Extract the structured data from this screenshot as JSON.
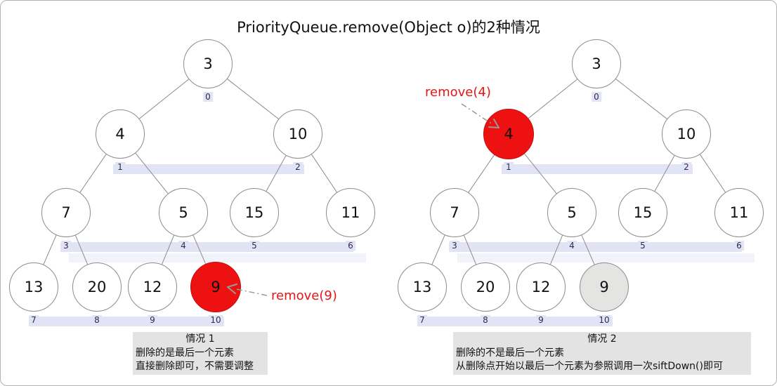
{
  "title": "PriorityQueue.remove(Object o)的2种情况",
  "colors": {
    "node_fill": "#ffffff",
    "node_border": "#8c8c8c",
    "highlight_red": "#ee1111",
    "removed_gray": "#e4e4e2",
    "array_band": "#e3e3f6",
    "caption_bg": "#e3e3e3",
    "edge_gray": "#8c8c8c",
    "arrow_gray": "#999999",
    "remove_text_red": "#e81416"
  },
  "heap_array_values": [
    3,
    4,
    10,
    7,
    5,
    15,
    11,
    13,
    20,
    12,
    9
  ],
  "heap_array_indices": [
    "0",
    "1",
    "2",
    "3",
    "4",
    "5",
    "6",
    "7",
    "8",
    "9",
    "10"
  ],
  "trees": [
    {
      "id": "case1",
      "remove_annotation": "remove(9)",
      "nodes": [
        {
          "value": "3",
          "index": "0",
          "state": "normal"
        },
        {
          "value": "4",
          "index": "1",
          "state": "normal"
        },
        {
          "value": "10",
          "index": "2",
          "state": "normal"
        },
        {
          "value": "7",
          "index": "3",
          "state": "normal"
        },
        {
          "value": "5",
          "index": "4",
          "state": "normal"
        },
        {
          "value": "15",
          "index": "5",
          "state": "normal"
        },
        {
          "value": "11",
          "index": "6",
          "state": "normal"
        },
        {
          "value": "13",
          "index": "7",
          "state": "normal"
        },
        {
          "value": "20",
          "index": "8",
          "state": "normal"
        },
        {
          "value": "12",
          "index": "9",
          "state": "normal"
        },
        {
          "value": "9",
          "index": "10",
          "state": "red"
        }
      ],
      "caption": {
        "title": "情况 1",
        "lines": [
          "删除的是最后一个元素",
          "直接删除即可，不需要调整"
        ]
      }
    },
    {
      "id": "case2",
      "remove_annotation": "remove(4)",
      "nodes": [
        {
          "value": "3",
          "index": "0",
          "state": "normal"
        },
        {
          "value": "4",
          "index": "1",
          "state": "red"
        },
        {
          "value": "10",
          "index": "2",
          "state": "normal"
        },
        {
          "value": "7",
          "index": "3",
          "state": "normal"
        },
        {
          "value": "5",
          "index": "4",
          "state": "normal"
        },
        {
          "value": "15",
          "index": "5",
          "state": "normal"
        },
        {
          "value": "11",
          "index": "6",
          "state": "normal"
        },
        {
          "value": "13",
          "index": "7",
          "state": "normal"
        },
        {
          "value": "20",
          "index": "8",
          "state": "normal"
        },
        {
          "value": "12",
          "index": "9",
          "state": "normal"
        },
        {
          "value": "9",
          "index": "10",
          "state": "gray"
        }
      ],
      "caption": {
        "title": "情况 2",
        "lines": [
          "删除的不是最后一个元素",
          "从删除点开始以最后一个元素为参照调用一次siftDown()即可"
        ]
      }
    }
  ]
}
